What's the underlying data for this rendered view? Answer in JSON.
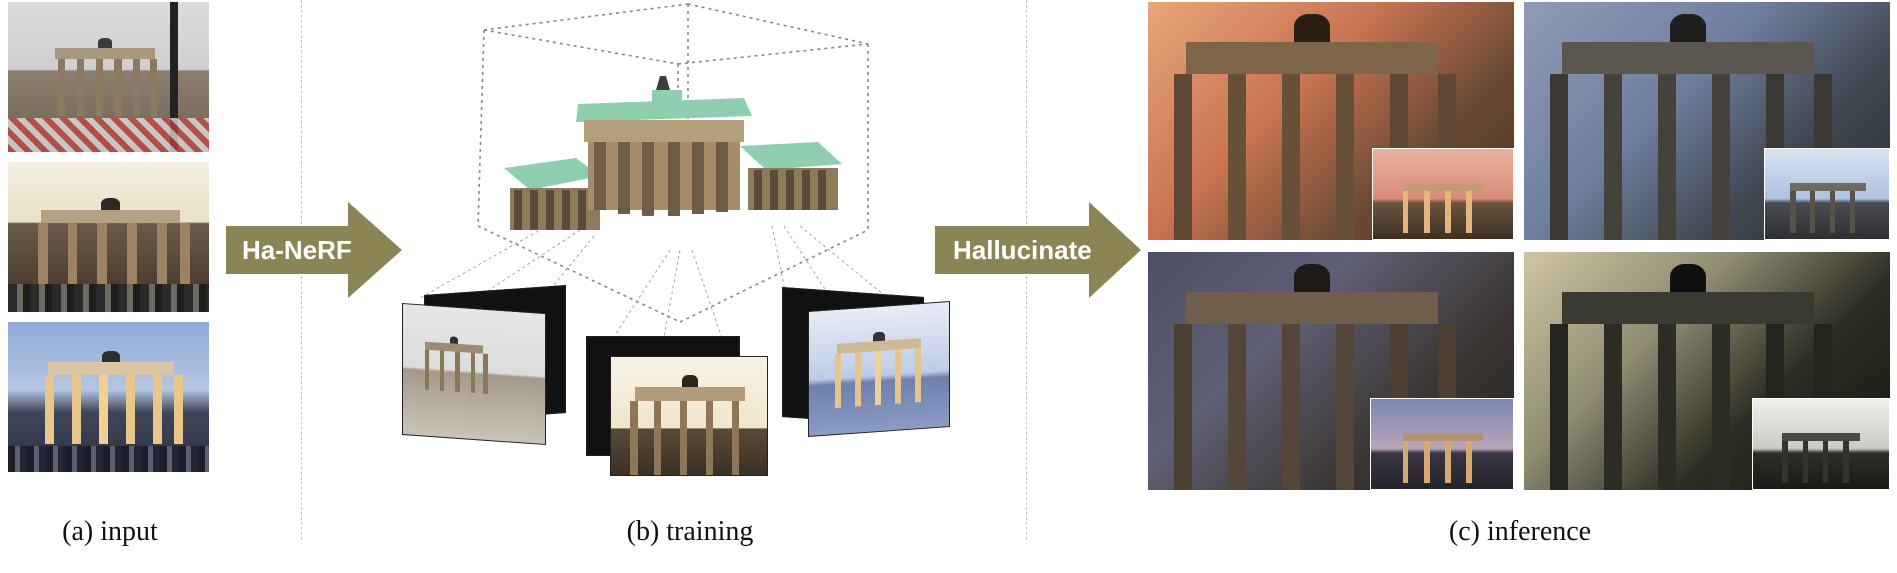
{
  "arrows": {
    "train_label": "Ha-NeRF",
    "infer_label": "Hallucinate",
    "color": "#8b8455"
  },
  "captions": {
    "input": "(a) input",
    "training": "(b) training",
    "inference": "(c) inference"
  },
  "panel_a": {
    "photos": [
      {
        "scene": "overcast-daylight-brandenburg-gate-with-barriers"
      },
      {
        "scene": "warm-cloudy-brandenburg-gate-with-crowd"
      },
      {
        "scene": "blue-dusk-brandenburg-gate-lit-with-crowd"
      }
    ]
  },
  "panel_b": {
    "model": "3d-green-roof-brandenburg-gate-in-dashed-cube",
    "frames": [
      "left-camera-view",
      "center-camera-view",
      "right-camera-view"
    ]
  },
  "panel_c": {
    "renders": [
      {
        "mood": "warm-sunset"
      },
      {
        "mood": "cool-blue-cloudy"
      },
      {
        "mood": "dusk-violet"
      },
      {
        "mood": "dark-dramatic"
      }
    ]
  }
}
